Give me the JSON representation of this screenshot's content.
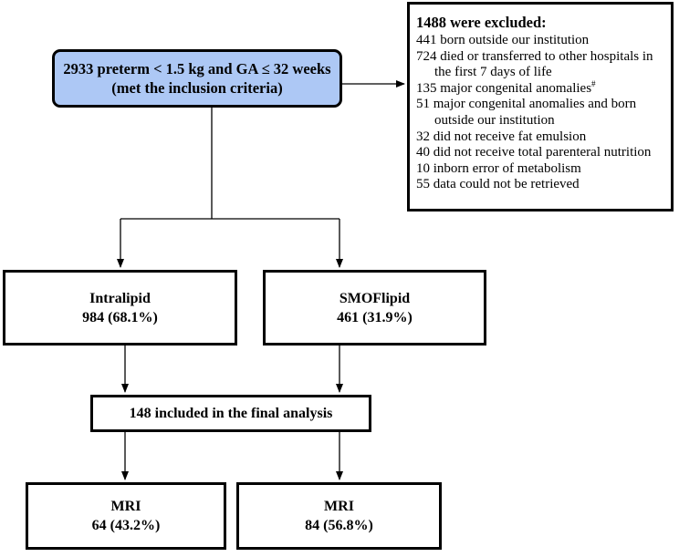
{
  "inclusion": {
    "line1": "2933 preterm < 1.5 kg and GA ≤ 32 weeks",
    "line2": "(met the inclusion criteria)"
  },
  "excluded": {
    "title": "1488 were excluded:",
    "items": [
      "441 born outside our institution",
      "724 died or transferred to other hospitals in the first 7 days of life",
      "135 major congenital anomalies",
      "51 major congenital anomalies and born outside our institution",
      "32 did not receive fat emulsion",
      "40 did not receive total parenteral nutrition",
      "10 inborn error of metabolism",
      "55 data could not be retrieved"
    ],
    "footnote_mark": "#"
  },
  "intralipid": {
    "name": "Intralipid",
    "count": "984 (68.1%)"
  },
  "smoflipid": {
    "name": "SMOFlipid",
    "count": "461 (31.9%)"
  },
  "final": {
    "label": "148 included in the final analysis"
  },
  "mri_left": {
    "name": "MRI",
    "count": "64 (43.2%)"
  },
  "mri_right": {
    "name": "MRI",
    "count": "84 (56.8%)"
  }
}
